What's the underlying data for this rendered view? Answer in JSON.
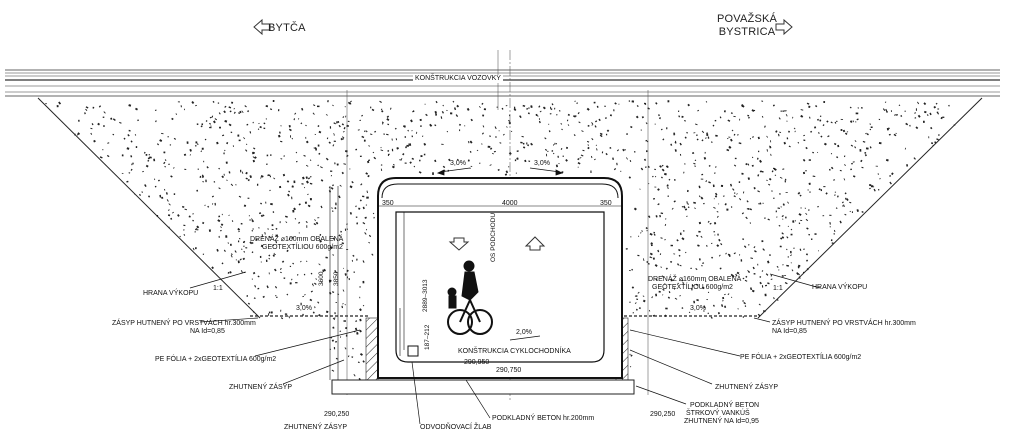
{
  "directions": {
    "left": "BYTČA",
    "right_line1": "POVAŽSKÁ",
    "right_line2": "BYSTRICA"
  },
  "road_label": "KONŠTRUKCIA VOZOVKY",
  "slopes": {
    "roof_left": "3,0%",
    "roof_right": "3,0%",
    "backfill_left": "3,0%",
    "backfill_right": "3,0%",
    "floor": "2,0%",
    "embankment_left": "1:1",
    "embankment_right": "1:1"
  },
  "dimensions": {
    "inner_width": "4000",
    "wall_left": "350",
    "wall_right": "350",
    "inner_height": "2889–3013",
    "outer_height_1": "3600",
    "outer_height_2": "3850",
    "floor_level_1": "187–212",
    "axis_label": "OS PODCHODU",
    "level_floor_1": "290,950",
    "level_floor_2": "290,750",
    "level_base_left": "290,250",
    "level_base_right": "290,250"
  },
  "labels": {
    "drain_left_1": "DRENÁŽ ⌀160mm OBALENÁ",
    "drain_left_2": "GEOTEXTÍLIOU 600g/m2",
    "drain_right_1": "DRENÁŽ ⌀160mm OBALENÁ",
    "drain_right_2": "GEOTEXTÍLIOU 600g/m2",
    "edge_left": "HRANA VÝKOPU",
    "edge_right": "HRANA VÝKOPU",
    "backfill_left_1": "ZÁSYP HUTNENÝ PO VRSTVÁCH hr.300mm",
    "backfill_left_2": "NA Id=0,85",
    "backfill_right_1": "ZÁSYP HUTNENÝ PO VRSTVÁCH hr.300mm",
    "backfill_right_2": "NA Id=0,85",
    "pe_left": "PE FÓLIA + 2xGEOTEXTÍLIA 600g/m2",
    "pe_right": "PE FÓLIA + 2xGEOTEXTÍLIA 600g/m2",
    "compacted_left": "ZHUTNENÝ ZÁSYP",
    "compacted_right": "ZHUTNENÝ ZÁSYP",
    "cycle_path": "KONŠTRUKCIA CYKLOCHODNÍKA",
    "base_concrete_bottom": "PODKLADNÝ BETON hr.200mm",
    "base_concrete_right": "PODKLADNÝ BETON",
    "gravel_right": "ŠTRKOVÝ VANKÚŠ",
    "compacted_id_right": "ZHUTNENÝ NA Id=0,95",
    "cut_left_bottom": "ZHUTNENÝ ZÁSYP",
    "cut_mid_bottom": "ODVODŇOVACÍ ŽLAB"
  }
}
